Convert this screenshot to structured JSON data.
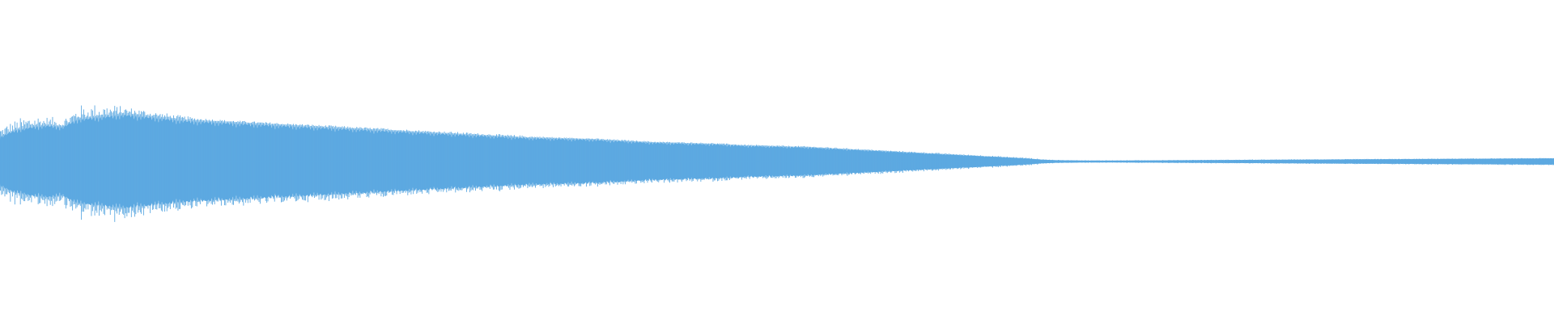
{
  "chart_data": {
    "type": "area",
    "kind": "audio-waveform",
    "title": "",
    "xlabel": "",
    "ylabel": "",
    "color": "#5DA9E1",
    "background": "#FFFFFF",
    "axes_visible": false,
    "grid": false,
    "legend": "none",
    "ylim": [
      -1,
      1
    ],
    "x": [
      0,
      0.01,
      0.02,
      0.03,
      0.04,
      0.05,
      0.06,
      0.07,
      0.08,
      0.09,
      0.1,
      0.12,
      0.14,
      0.16,
      0.18,
      0.2,
      0.22,
      0.24,
      0.26,
      0.28,
      0.3,
      0.32,
      0.34,
      0.36,
      0.38,
      0.4,
      0.42,
      0.44,
      0.46,
      0.48,
      0.5,
      0.52,
      0.54,
      0.56,
      0.58,
      0.6,
      0.62,
      0.64,
      0.66,
      0.67,
      0.68,
      0.7,
      0.72,
      0.74,
      0.76,
      0.78,
      0.8,
      0.82,
      0.84,
      0.86,
      0.88,
      0.9,
      0.92,
      0.94,
      0.96,
      0.98,
      1.0
    ],
    "amplitude": [
      0.16,
      0.2,
      0.22,
      0.23,
      0.22,
      0.27,
      0.28,
      0.29,
      0.3,
      0.29,
      0.28,
      0.26,
      0.25,
      0.24,
      0.23,
      0.22,
      0.21,
      0.2,
      0.19,
      0.18,
      0.17,
      0.16,
      0.15,
      0.145,
      0.14,
      0.13,
      0.12,
      0.115,
      0.11,
      0.1,
      0.095,
      0.09,
      0.08,
      0.07,
      0.06,
      0.05,
      0.04,
      0.03,
      0.02,
      0.012,
      0.008,
      0.006,
      0.006,
      0.007,
      0.008,
      0.009,
      0.01,
      0.011,
      0.012,
      0.013,
      0.014,
      0.015,
      0.016,
      0.017,
      0.018,
      0.019,
      0.02
    ],
    "peak_amplitude": [
      0.23,
      0.26,
      0.3,
      0.28,
      0.27,
      0.35,
      0.36,
      0.36,
      0.34,
      0.33,
      0.31,
      0.28,
      0.26,
      0.25,
      0.24,
      0.23,
      0.22,
      0.21,
      0.2,
      0.19,
      0.18,
      0.17,
      0.16,
      0.15,
      0.145,
      0.135,
      0.125,
      0.12,
      0.115,
      0.105,
      0.1,
      0.095,
      0.085,
      0.075,
      0.065,
      0.055,
      0.045,
      0.035,
      0.025,
      0.015,
      0.01,
      0.008,
      0.008,
      0.009,
      0.01,
      0.011,
      0.012,
      0.013,
      0.014,
      0.015,
      0.016,
      0.017,
      0.018,
      0.019,
      0.02,
      0.021,
      0.022
    ]
  }
}
